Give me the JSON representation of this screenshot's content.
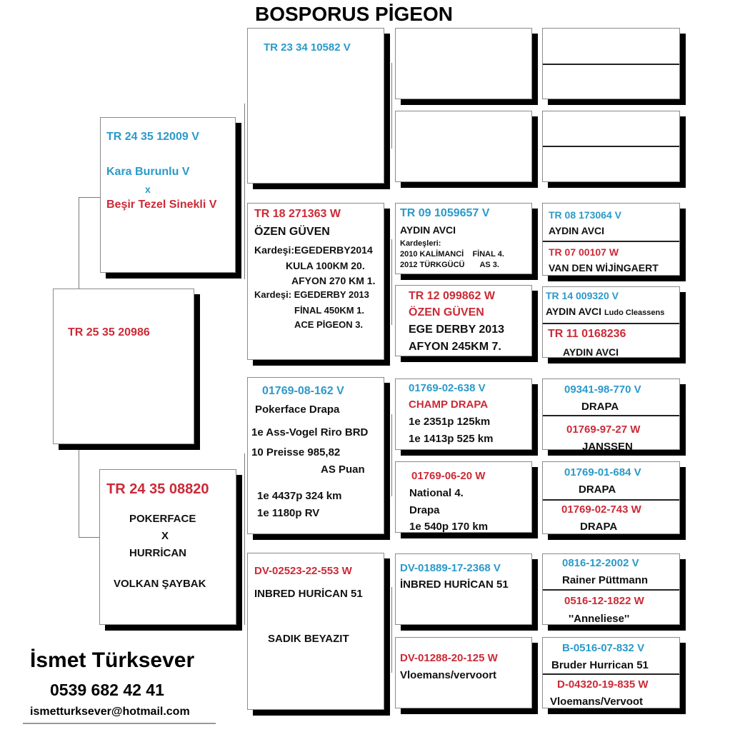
{
  "title": "BOSPORUS PİGEON",
  "colors": {
    "cock_blue": "#2a9ac9",
    "hen_red": "#cc2a36",
    "text_black": "#111111",
    "shadow": "#000000"
  },
  "subject": {
    "ring": "TR 25 35 20986"
  },
  "sire": {
    "ring": "TR 24 35 12009 V",
    "line1": "Kara Burunlu V",
    "cross": "x",
    "line2": "Beşir Tezel Sinekli V"
  },
  "dam": {
    "ring": "TR 24 35 08820",
    "line1": "POKERFACE",
    "cross": "X",
    "line2": "HURRİCAN",
    "breeder": "VOLKAN ŞAYBAK"
  },
  "gen2": {
    "sire_sire": {
      "ring": "TR 23 34 10582 V"
    },
    "sire_dam": {
      "ring": "TR 18 271363 W",
      "name": "ÖZEN GÜVEN",
      "lines": [
        "Kardeşi:EGEDERBY2014",
        "KULA 100KM 20.",
        "AFYON 270 KM 1.",
        "Kardeşi: EGEDERBY 2013",
        "FİNAL 450KM 1.",
        "ACE PİGEON   3."
      ]
    },
    "dam_sire": {
      "ring": "01769-08-162 V",
      "name": "Pokerface  Drapa",
      "lines": [
        "1e Ass-Vogel Riro BRD",
        "10 Preisse  985,82",
        "AS Puan",
        "1e 4437p 324 km",
        "1e 1180p RV"
      ]
    },
    "dam_dam": {
      "ring": "DV-02523-22-553 W",
      "name": "INBRED HURİCAN 51",
      "breeder": "SADIK BEYAZIT"
    }
  },
  "gen3": [
    {
      "ring": "",
      "lines": []
    },
    {
      "ring": "",
      "lines": []
    },
    {
      "ring": "TR 09 1059657 V",
      "name": "AYDIN AVCI",
      "lines": [
        "Kardeşleri:",
        "2010 KALİMANCİ    FİNAL 4.",
        "2012 TÜRKGÜCÜ       AS 3."
      ]
    },
    {
      "ring": "TR 12 099862 W",
      "name": "ÖZEN GÜVEN",
      "lines": [
        "EGE DERBY 2013",
        "AFYON 245KM 7."
      ]
    },
    {
      "ring": "01769-02-638 V",
      "name": "CHAMP DRAPA",
      "lines": [
        "1e 2351p 125km",
        "1e 1413p 525 km"
      ]
    },
    {
      "ring": "01769-06-20 W",
      "name": "National 4.",
      "lines": [
        "Drapa",
        "1e 540p 170 km"
      ]
    },
    {
      "ring": "DV-01889-17-2368 V",
      "name": "İNBRED HURİCAN 51",
      "lines": []
    },
    {
      "ring": "DV-01288-20-125 W",
      "name": "Vloemans/vervoort",
      "lines": []
    }
  ],
  "gen4": [
    {
      "ring": "",
      "name": ""
    },
    {
      "ring": "",
      "name": ""
    },
    {
      "ring": "",
      "name": ""
    },
    {
      "ring": "",
      "name": ""
    },
    {
      "ring": "TR 08 173064 V",
      "name": "AYDIN AVCI"
    },
    {
      "ring": "TR 07 00107 W",
      "name": "VAN DEN WİJİNGAERT"
    },
    {
      "ring": "TR 14 009320 V",
      "name": "AYDIN AVCI",
      "name_extra": "Ludo Cleassens"
    },
    {
      "ring": "TR 11 0168236",
      "name": "AYDIN AVCI"
    },
    {
      "ring": "09341-98-770 V",
      "name": "DRAPA"
    },
    {
      "ring": "01769-97-27 W",
      "name": "JANSSEN"
    },
    {
      "ring": "01769-01-684 V",
      "name": "DRAPA"
    },
    {
      "ring": "01769-02-743 W",
      "name": "DRAPA"
    },
    {
      "ring": "0816-12-2002 V",
      "name": "Rainer Püttmann"
    },
    {
      "ring": "0516-12-1822 W",
      "name": "''Anneliese''"
    },
    {
      "ring": "B-0516-07-832 V",
      "name": "Bruder Hurrican 51"
    },
    {
      "ring": "D-04320-19-835 W",
      "name": "Vloemans/Vervoot"
    }
  ],
  "footer": {
    "name": "İsmet Türksever",
    "phone": "0539 682 42 41",
    "email": "ismetturksever@hotmail.com"
  }
}
